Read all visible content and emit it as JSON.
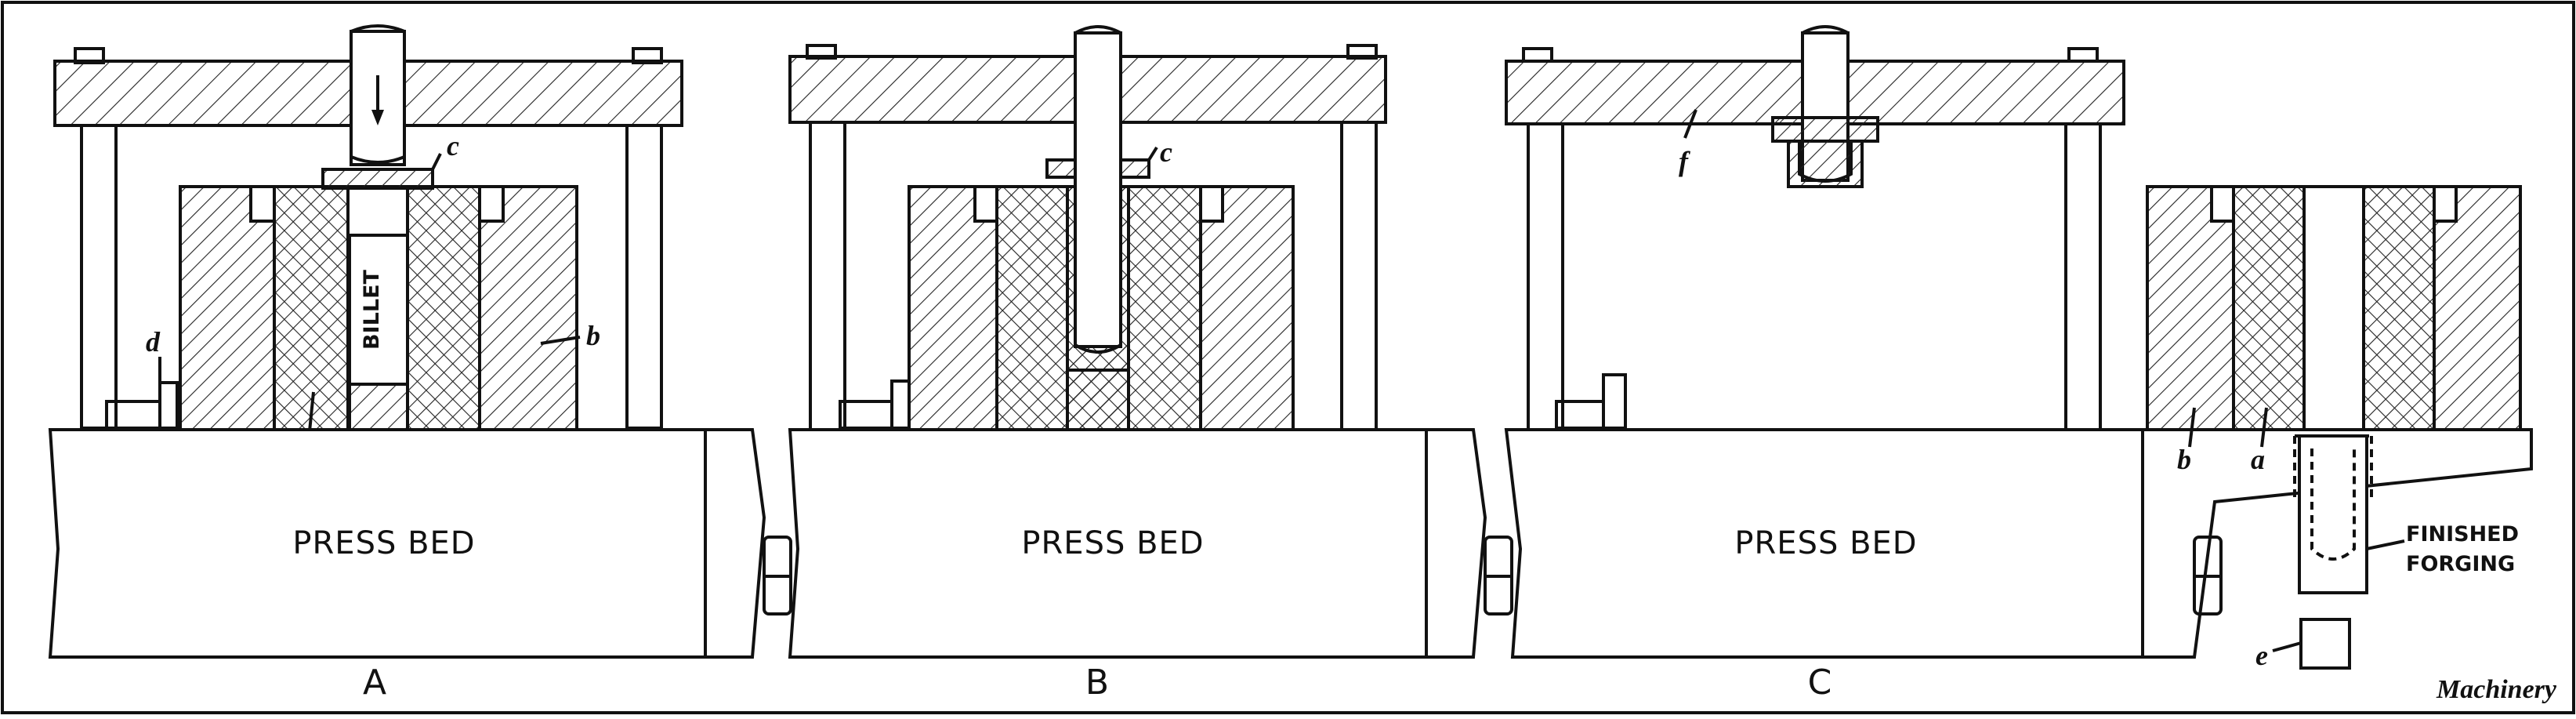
{
  "labels": {
    "a": "a",
    "b": "b",
    "c": "c",
    "d": "d",
    "e": "e",
    "f": "f"
  },
  "billet": "BILLET",
  "press_bed": "PRESS BED",
  "panel_captions": [
    "A",
    "B",
    "C"
  ],
  "finished_forging": [
    "FINISHED",
    "FORGING"
  ],
  "publisher": "Machinery"
}
